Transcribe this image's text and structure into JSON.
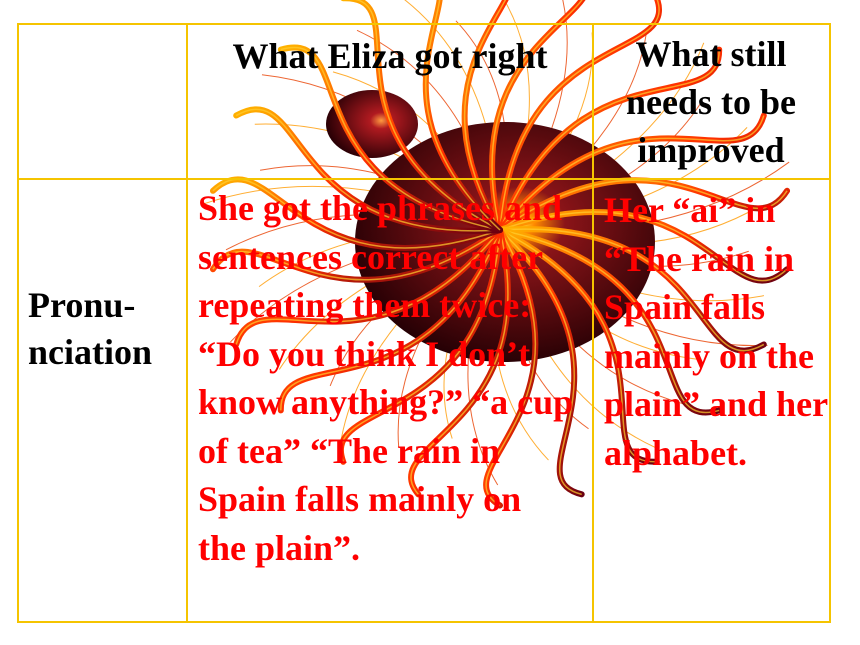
{
  "table": {
    "header": {
      "col1": "What Eliza got right",
      "col2": "What still needs to be improved"
    },
    "rows": [
      {
        "label": "Pronu- nciation",
        "col1": "She got the phrases and sentences correct after repeating them twice: “Do you think I don’t know anything?” “a cup of tea” “The rain in Spain falls mainly on the plain”.",
        "col2": "Her “ai” in “The rain in Spain falls mainly on the plain” and her alphabet."
      }
    ]
  },
  "colors": {
    "grid": "#f5c400",
    "emphasis_text": "#ff0000",
    "header_text": "#000000"
  },
  "decoration": {
    "name": "firework-sphere-illustration",
    "colors": [
      "#7a0a14",
      "#ff4400",
      "#ffd400"
    ]
  }
}
